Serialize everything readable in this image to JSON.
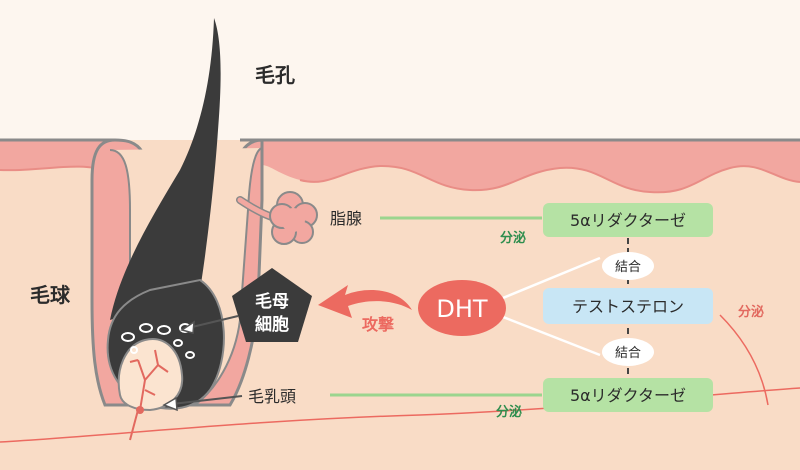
{
  "labels": {
    "pore": "毛孔",
    "hair_bulb": "毛球",
    "sebaceous_gland": "脂腺",
    "hair_matrix_cell_line1": "毛母",
    "hair_matrix_cell_line2": "細胞",
    "attack": "攻撃",
    "dht": "DHT",
    "dermal_papilla": "毛乳頭",
    "reductase_top": "5αリダクターゼ",
    "testosterone": "テストステロン",
    "reductase_bottom": "5αリダクターゼ",
    "bind_top": "結合",
    "bind_bottom": "結合",
    "secretion_top": "分泌",
    "secretion_bottom": "分泌",
    "secretion_right": "分泌"
  },
  "colors": {
    "skin": "#f9dcc6",
    "skin_line": "#888888",
    "epidermis": "#f2a7a0",
    "hair": "#3b3b3b",
    "green_box": "#b5e2a4",
    "blue_box": "#c8e6f5",
    "pink_accent": "#ec6a60",
    "green_line": "#9bd58e"
  }
}
